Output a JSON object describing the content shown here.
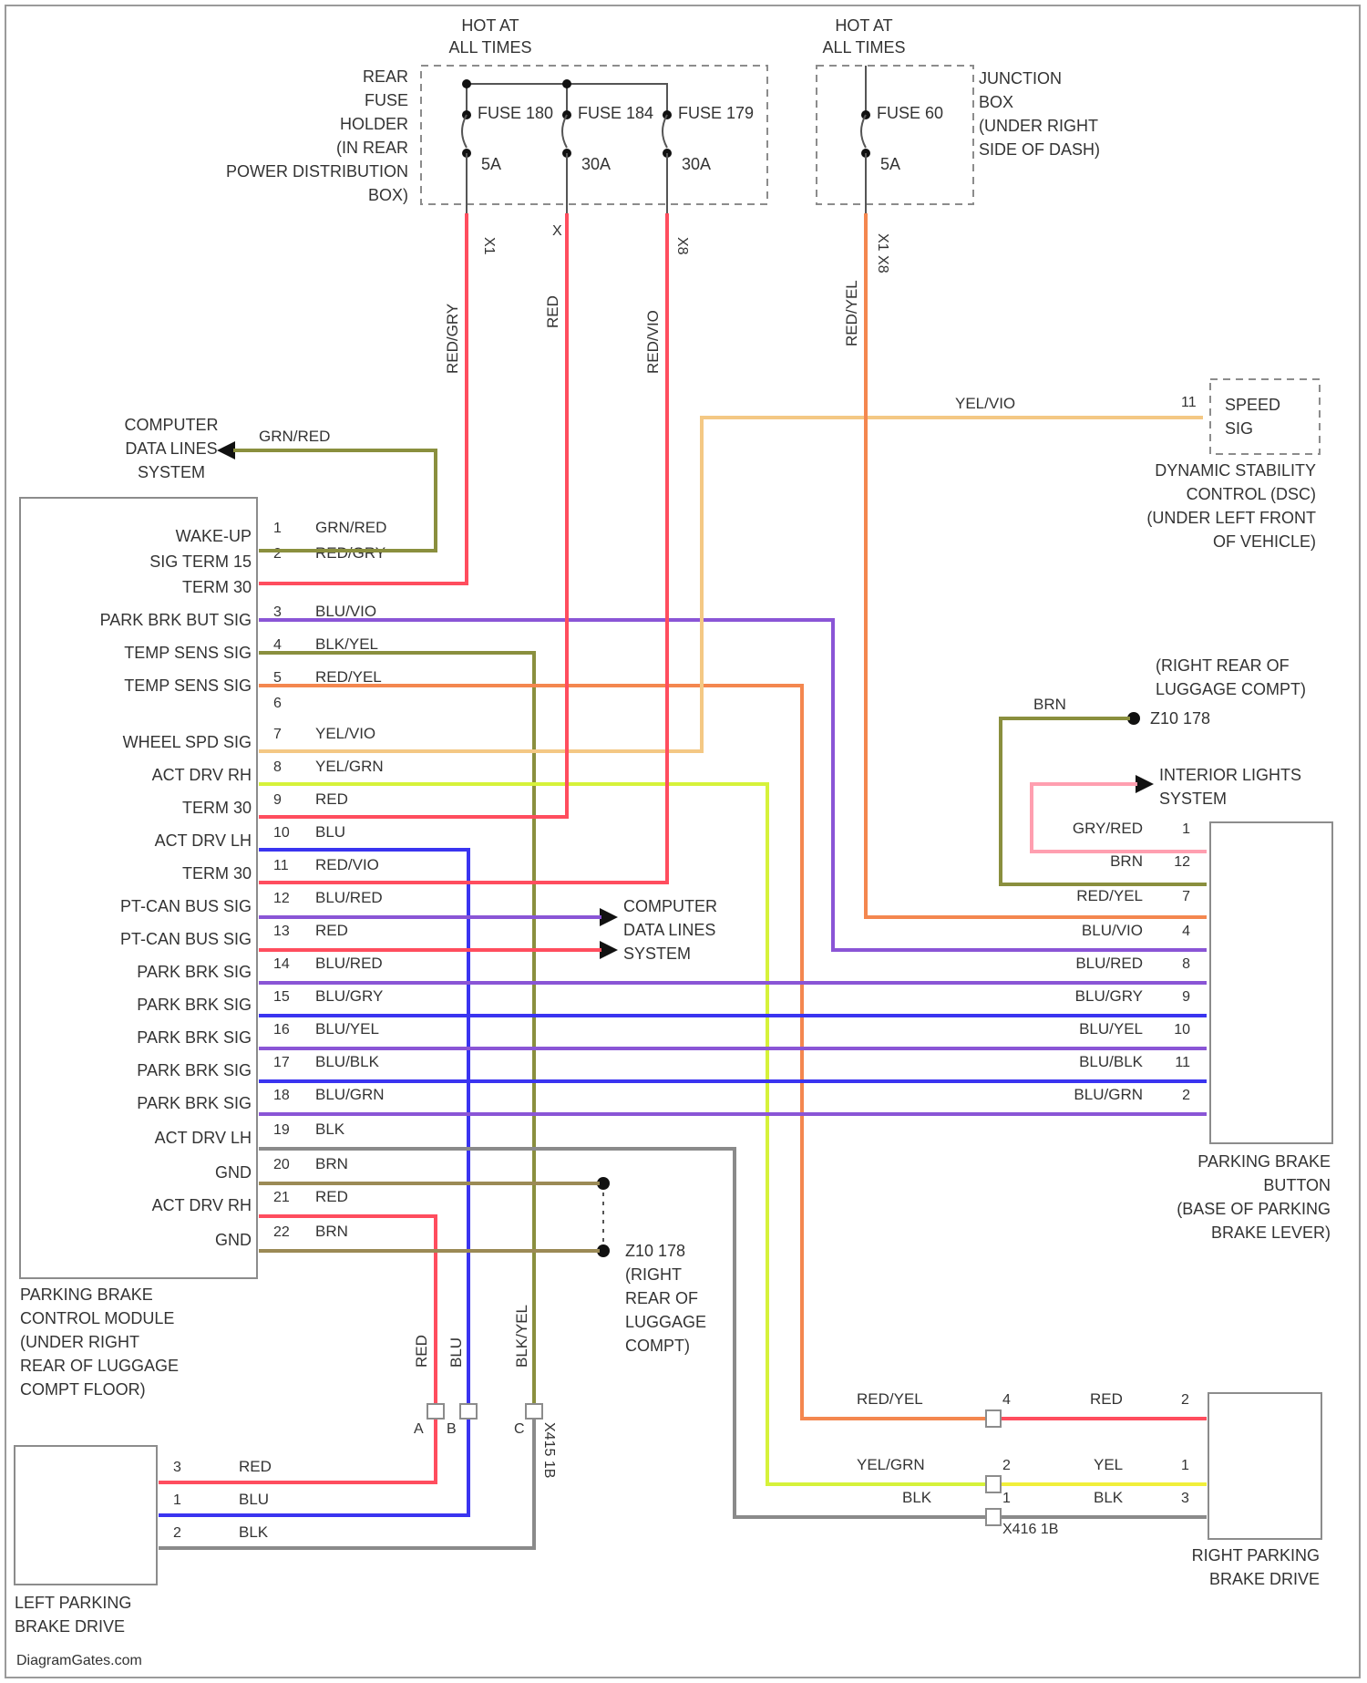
{
  "fuse_box_rear": {
    "hot": [
      "HOT AT",
      "ALL TIMES"
    ],
    "label": [
      "REAR",
      "FUSE",
      "HOLDER",
      "(IN REAR",
      "POWER DISTRIBUTION",
      "BOX)"
    ],
    "fuses": [
      {
        "name": "FUSE 180",
        "rating": "5A",
        "wire": "RED/GRY",
        "conn": "X1"
      },
      {
        "name": "FUSE 184",
        "rating": "30A",
        "wire": "RED",
        "conn": "X"
      },
      {
        "name": "FUSE 179",
        "rating": "30A",
        "wire": "RED/VIO",
        "conn": "X8"
      }
    ]
  },
  "fuse_box_junction": {
    "hot": [
      "HOT AT",
      "ALL TIMES"
    ],
    "label": [
      "JUNCTION",
      "BOX",
      "(UNDER RIGHT",
      "SIDE OF DASH)"
    ],
    "fuse": {
      "name": "FUSE 60",
      "rating": "5A",
      "wire": "RED/YEL",
      "conn": "X1 X8"
    }
  },
  "speed_sig": {
    "label": [
      "SPEED",
      "SIG"
    ],
    "pin": "11",
    "wire": "YEL/VIO"
  },
  "dsc_label": [
    "DYNAMIC STABILITY",
    "CONTROL (DSC)",
    "(UNDER LEFT FRONT",
    "OF VEHICLE)"
  ],
  "data_lines_top": {
    "label": [
      "COMPUTER",
      "DATA LINES",
      "SYSTEM"
    ],
    "wire": "GRN/RED"
  },
  "data_lines_mid": {
    "label": [
      "COMPUTER",
      "DATA LINES",
      "SYSTEM"
    ]
  },
  "module": {
    "label": [
      "PARKING BRAKE",
      "CONTROL MODULE",
      "(UNDER RIGHT",
      "REAR OF LUGGAGE",
      "COMPT FLOOR)"
    ],
    "pins": [
      {
        "num": "1",
        "sig": "WAKE-UP",
        "wire": "GRN/RED"
      },
      {
        "num": "2",
        "sig": "SIG TERM 15",
        "wire": "RED/GRY"
      },
      {
        "num": "",
        "sig": "TERM 30",
        "wire": ""
      },
      {
        "num": "3",
        "sig": "PARK BRK BUT SIG",
        "wire": "BLU/VIO"
      },
      {
        "num": "4",
        "sig": "TEMP SENS SIG",
        "wire": "BLK/YEL"
      },
      {
        "num": "5",
        "sig": "TEMP SENS SIG",
        "wire": "RED/YEL"
      },
      {
        "num": "6",
        "sig": "",
        "wire": ""
      },
      {
        "num": "7",
        "sig": "WHEEL SPD SIG",
        "wire": "YEL/VIO"
      },
      {
        "num": "8",
        "sig": "ACT DRV RH",
        "wire": "YEL/GRN"
      },
      {
        "num": "9",
        "sig": "TERM 30",
        "wire": "RED"
      },
      {
        "num": "10",
        "sig": "ACT DRV LH",
        "wire": "BLU"
      },
      {
        "num": "11",
        "sig": "TERM 30",
        "wire": "RED/VIO"
      },
      {
        "num": "12",
        "sig": "PT-CAN BUS SIG",
        "wire": "BLU/RED"
      },
      {
        "num": "13",
        "sig": "PT-CAN BUS SIG",
        "wire": "RED"
      },
      {
        "num": "14",
        "sig": "PARK BRK SIG",
        "wire": "BLU/RED"
      },
      {
        "num": "15",
        "sig": "PARK BRK SIG",
        "wire": "BLU/GRY"
      },
      {
        "num": "16",
        "sig": "PARK BRK SIG",
        "wire": "BLU/YEL"
      },
      {
        "num": "17",
        "sig": "PARK BRK SIG",
        "wire": "BLU/BLK"
      },
      {
        "num": "18",
        "sig": "PARK BRK SIG",
        "wire": "BLU/GRN"
      },
      {
        "num": "19",
        "sig": "ACT DRV LH",
        "wire": "BLK"
      },
      {
        "num": "20",
        "sig": "GND",
        "wire": "BRN"
      },
      {
        "num": "21",
        "sig": "ACT DRV RH",
        "wire": "RED"
      },
      {
        "num": "22",
        "sig": "GND",
        "wire": "BRN"
      }
    ]
  },
  "button": {
    "label": [
      "PARKING BRAKE",
      "BUTTON",
      "(BASE OF PARKING",
      "BRAKE LEVER)"
    ],
    "pins": [
      {
        "num": "1",
        "wire": "GRY/RED"
      },
      {
        "num": "12",
        "wire": "BRN"
      },
      {
        "num": "7",
        "wire": "RED/YEL"
      },
      {
        "num": "4",
        "wire": "BLU/VIO"
      },
      {
        "num": "8",
        "wire": "BLU/RED"
      },
      {
        "num": "9",
        "wire": "BLU/GRY"
      },
      {
        "num": "10",
        "wire": "BLU/YEL"
      },
      {
        "num": "11",
        "wire": "BLU/BLK"
      },
      {
        "num": "2",
        "wire": "BLU/GRN"
      }
    ]
  },
  "ground_right": {
    "name": "Z10 178",
    "note": [
      "(RIGHT REAR OF",
      "LUGGAGE COMPT)"
    ],
    "wire": "BRN"
  },
  "ground_mid": {
    "name": "Z10 178",
    "note": [
      "(RIGHT",
      "REAR OF",
      "LUGGAGE",
      "COMPT)"
    ]
  },
  "interior_lights": {
    "label": [
      "INTERIOR LIGHTS",
      "SYSTEM"
    ]
  },
  "left_drive": {
    "label": [
      "LEFT PARKING",
      "BRAKE DRIVE"
    ],
    "pins": [
      {
        "num": "3",
        "wire": "RED"
      },
      {
        "num": "1",
        "wire": "BLU"
      },
      {
        "num": "2",
        "wire": "BLK"
      }
    ],
    "connector": {
      "name": "X415 1B",
      "pins": [
        "A",
        "B",
        "C"
      ],
      "wires": [
        "RED",
        "BLU",
        "BLK/YEL"
      ]
    }
  },
  "right_drive": {
    "label": [
      "RIGHT PARKING",
      "BRAKE DRIVE"
    ],
    "pins": [
      {
        "num": "2",
        "wire": "RED"
      },
      {
        "num": "1",
        "wire": "YEL"
      },
      {
        "num": "3",
        "wire": "BLK"
      }
    ],
    "inline": {
      "name": "X416 1B",
      "pins": [
        "4",
        "2",
        "1"
      ],
      "wires": [
        "RED/YEL",
        "YEL/GRN",
        "BLK"
      ]
    }
  },
  "footer": "DiagramGates.com",
  "colors": {
    "red": "#ff4d5e",
    "blue": "#3a34f0",
    "purple": "#8a55d6",
    "yellow_green": "#d6f23a",
    "orange": "#f4874f",
    "olive": "#8a8f3e",
    "tan": "#f4c884",
    "pink": "#ff9fb0",
    "grey": "#8a8a8a",
    "brown": "#9b8a55"
  }
}
